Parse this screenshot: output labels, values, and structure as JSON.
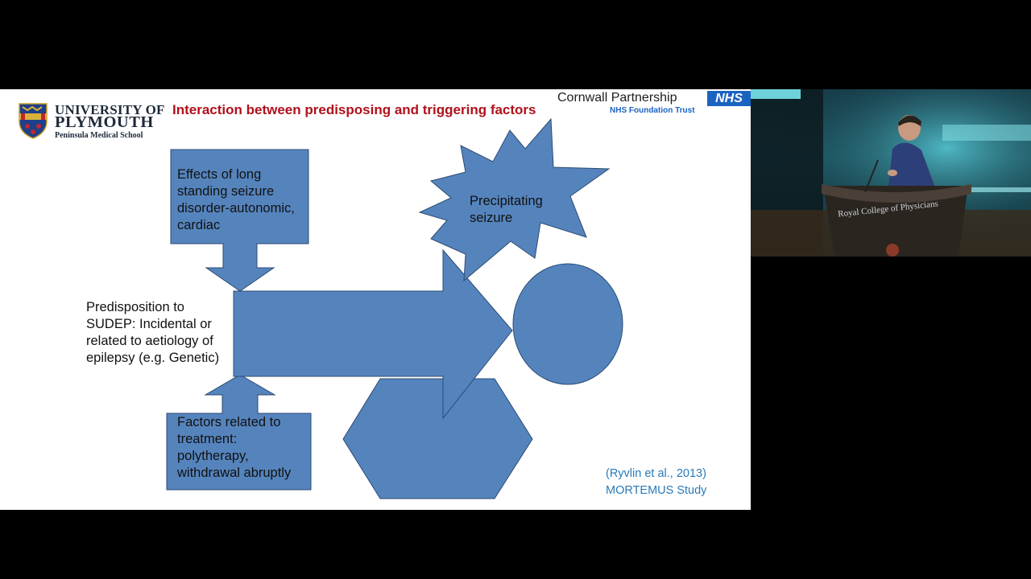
{
  "slide": {
    "title": "Interaction between predisposing and triggering factors",
    "university": {
      "line1": "UNIVERSITY OF",
      "line2": "PLYMOUTH",
      "line3": "Peninsula Medical School"
    },
    "nhs": {
      "organisation": "Cornwall Partnership",
      "badge": "NHS",
      "trust": "NHS Foundation Trust"
    },
    "diagram": {
      "box_top": [
        "Effects of long",
        "standing seizure",
        "disorder-autonomic,",
        "cardiac"
      ],
      "box_bottom": [
        "Factors related to",
        "treatment:",
        "polytherapy,",
        "withdrawal abruptly"
      ],
      "predisposition": [
        "Predisposition to",
        "SUDEP: Incidental or",
        "related to aetiology of",
        "epilepsy (e.g. Genetic)"
      ],
      "star_label": [
        "Precipitating",
        "seizure"
      ]
    },
    "citation": {
      "line1": "(Ryvlin et al., 2013)",
      "line2": "MORTEMUS Study"
    },
    "colors": {
      "shape_fill": "#5584bd",
      "shape_stroke": "#2b4a73",
      "title": "#b0111b",
      "citation": "#2a7ab8",
      "nhs_blue": "#1a63c1"
    }
  },
  "video": {
    "podium_text": "Royal College of Physicians"
  }
}
